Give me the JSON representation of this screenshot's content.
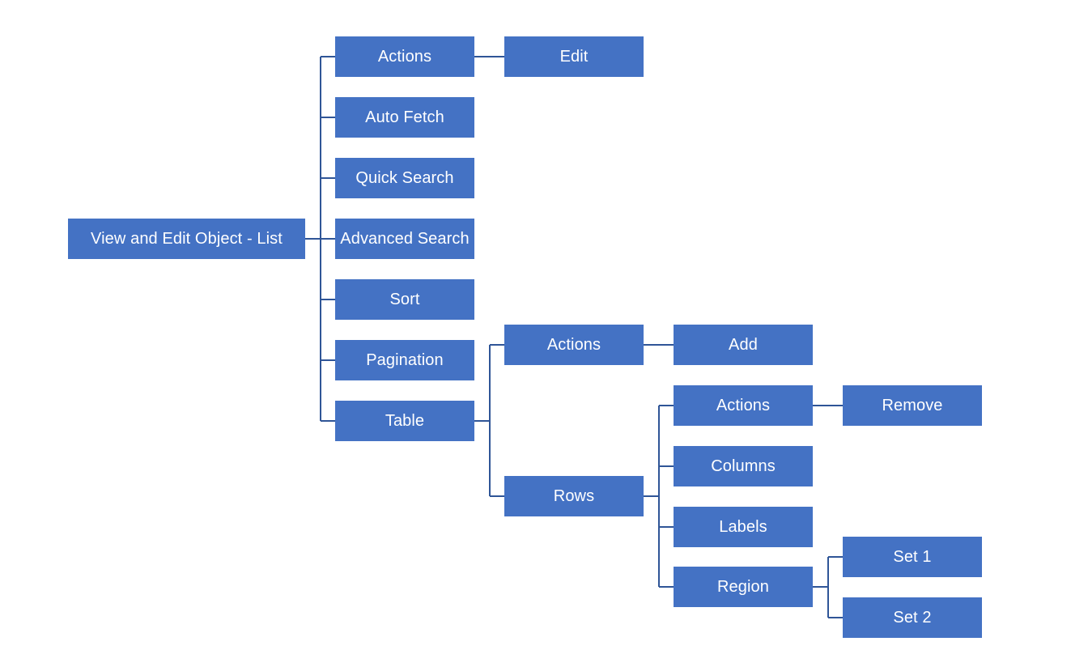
{
  "diagram": {
    "root": {
      "label": "View and Edit Object - List"
    },
    "level1": {
      "actions": "Actions",
      "auto_fetch": "Auto Fetch",
      "quick_search": "Quick Search",
      "advanced_search": "Advanced Search",
      "sort": "Sort",
      "pagination": "Pagination",
      "table": "Table"
    },
    "actions_children": {
      "edit": "Edit"
    },
    "table_children": {
      "actions": "Actions",
      "rows": "Rows"
    },
    "table_actions_children": {
      "add": "Add"
    },
    "rows_children": {
      "actions": "Actions",
      "columns": "Columns",
      "labels": "Labels",
      "region": "Region"
    },
    "rows_actions_children": {
      "remove": "Remove"
    },
    "region_children": {
      "set1": "Set 1",
      "set2": "Set 2"
    },
    "colors": {
      "node_fill": "#4472c4",
      "node_text": "#ffffff",
      "connector": "#2f5597"
    }
  }
}
